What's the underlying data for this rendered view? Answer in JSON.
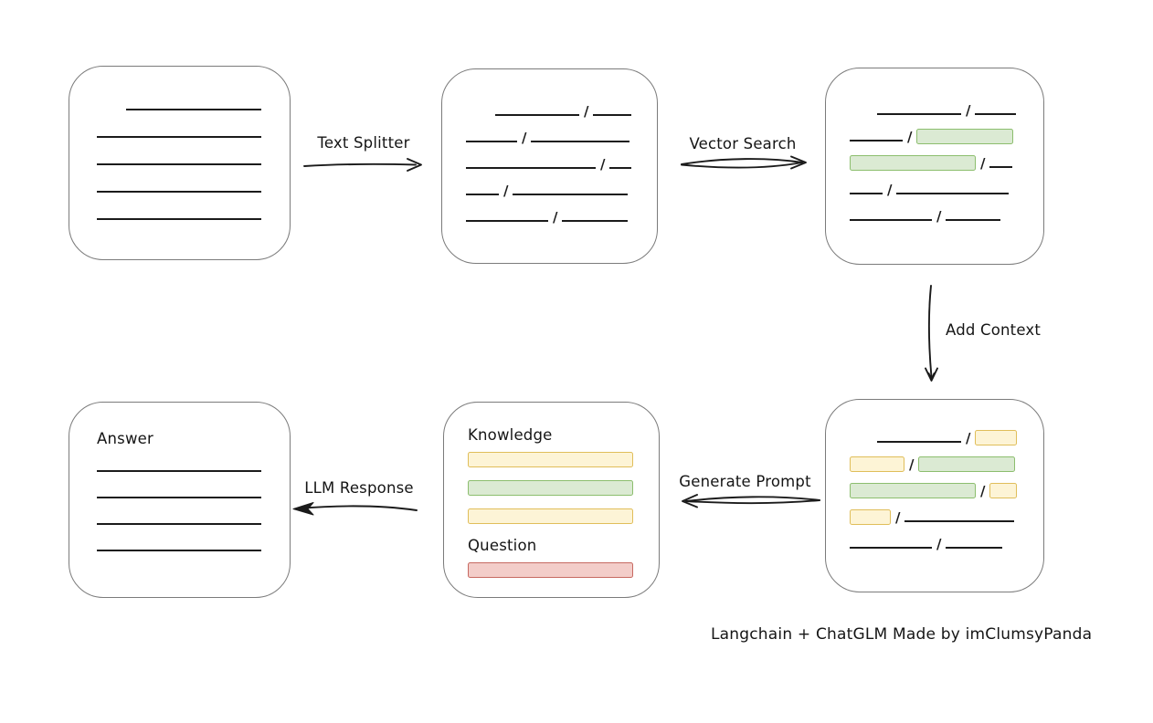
{
  "caption": "Langchain + ChatGLM Made by imClumsyPanda",
  "separator": "/",
  "colors": {
    "line": "#1b1b1b",
    "box_border": "#7b7b7b",
    "green_fill": "#dbead3",
    "green_border": "#8cbe6e",
    "yellow_fill": "#fdf4d6",
    "yellow_border": "#e0be5a",
    "red_fill": "#f3cdc9",
    "red_border": "#c76961"
  },
  "labels": {
    "text_splitter": "Text Splitter",
    "vector_search": "Vector Search",
    "add_context": "Add Context",
    "generate_prompt": "Generate Prompt",
    "llm_response": "LLM Response"
  },
  "boxes": {
    "document": {
      "lines": [
        {
          "indent": 32,
          "w": 148
        },
        {
          "w": 180
        },
        {
          "w": 180
        },
        {
          "w": 180
        },
        {
          "w": 180
        }
      ]
    },
    "split_chunks": {
      "rows": [
        {
          "indent": 32,
          "segs": [
            {
              "t": "line",
              "w": 92
            },
            {
              "t": "line",
              "w": 42
            }
          ]
        },
        {
          "segs": [
            {
              "t": "line",
              "w": 56
            },
            {
              "t": "line",
              "w": 108
            }
          ]
        },
        {
          "segs": [
            {
              "t": "line",
              "w": 142
            },
            {
              "t": "line",
              "w": 24
            }
          ]
        },
        {
          "segs": [
            {
              "t": "line",
              "w": 36
            },
            {
              "t": "line",
              "w": 126
            }
          ]
        },
        {
          "segs": [
            {
              "t": "line",
              "w": 90
            },
            {
              "t": "line",
              "w": 72
            }
          ]
        }
      ]
    },
    "vector_results": {
      "rows": [
        {
          "indent": 30,
          "segs": [
            {
              "t": "line",
              "w": 92
            },
            {
              "t": "line",
              "w": 45
            }
          ]
        },
        {
          "segs": [
            {
              "t": "line",
              "w": 58
            },
            {
              "t": "green",
              "w": 106
            }
          ]
        },
        {
          "segs": [
            {
              "t": "green",
              "w": 138
            },
            {
              "t": "line",
              "w": 25
            }
          ]
        },
        {
          "segs": [
            {
              "t": "line",
              "w": 36
            },
            {
              "t": "line",
              "w": 123
            }
          ]
        },
        {
          "segs": [
            {
              "t": "line",
              "w": 90
            },
            {
              "t": "line",
              "w": 60
            }
          ]
        }
      ]
    },
    "context_chunks": {
      "rows": [
        {
          "indent": 30,
          "segs": [
            {
              "t": "line",
              "w": 92
            },
            {
              "t": "yellow",
              "w": 46
            }
          ]
        },
        {
          "segs": [
            {
              "t": "yellow",
              "w": 60
            },
            {
              "t": "green",
              "w": 106
            }
          ]
        },
        {
          "segs": [
            {
              "t": "green",
              "w": 138
            },
            {
              "t": "yellow",
              "w": 30
            }
          ]
        },
        {
          "segs": [
            {
              "t": "yellow",
              "w": 45
            },
            {
              "t": "line",
              "w": 120
            }
          ]
        },
        {
          "segs": [
            {
              "t": "line",
              "w": 90
            },
            {
              "t": "line",
              "w": 62
            }
          ]
        }
      ]
    },
    "prompt": {
      "knowledge_label": "Knowledge",
      "question_label": "Question",
      "knowledge_bars": [
        {
          "c": "yellow"
        },
        {
          "c": "green"
        },
        {
          "c": "yellow"
        }
      ],
      "question_bars": [
        {
          "c": "red"
        }
      ]
    },
    "answer": {
      "label": "Answer",
      "lines": [
        {
          "w": 180
        },
        {
          "w": 180
        },
        {
          "w": 180
        },
        {
          "w": 180
        }
      ]
    }
  }
}
